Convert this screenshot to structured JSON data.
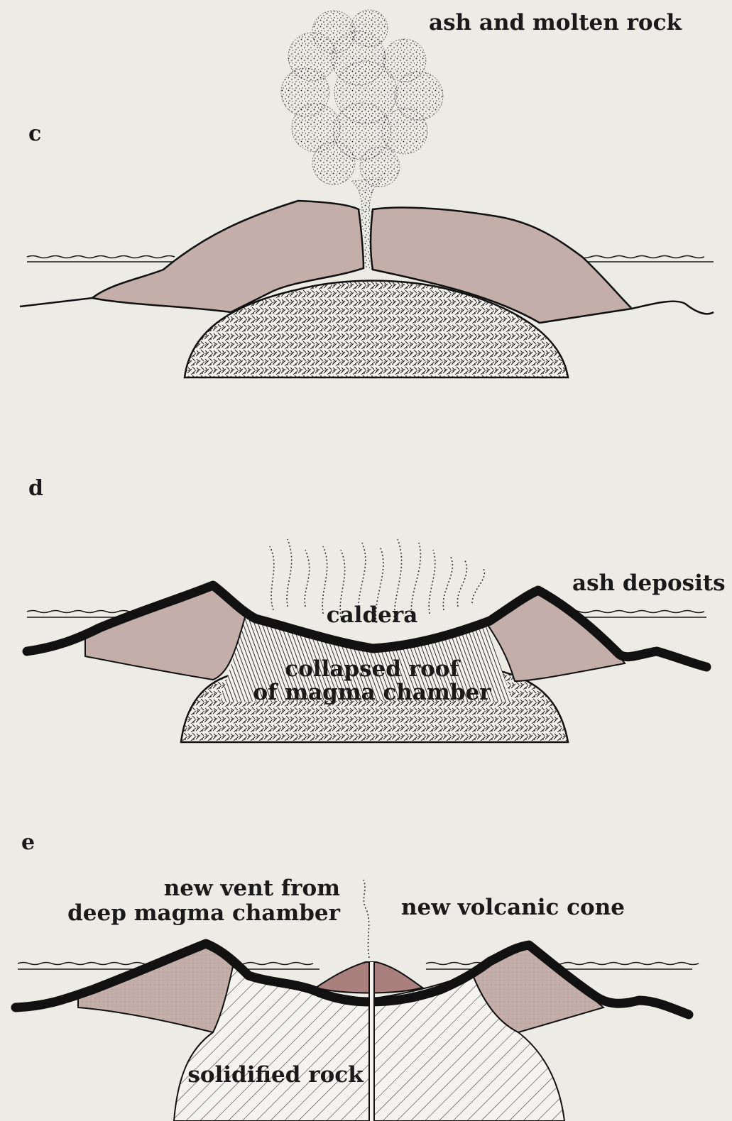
{
  "colors": {
    "background": "#ecebe6",
    "volcano_rock": "#c4aeaa",
    "new_cone": "#a9807d",
    "outline": "#111111"
  },
  "panels": {
    "c": {
      "letter": "c",
      "labels": {
        "ash": "ash and molten rock"
      }
    },
    "d": {
      "letter": "d",
      "labels": {
        "ash_deposits": "ash deposits",
        "caldera": "caldera",
        "collapsed_roof_1": "collapsed roof",
        "collapsed_roof_2": "of magma chamber"
      }
    },
    "e": {
      "letter": "e",
      "labels": {
        "new_vent_1": "new vent from",
        "new_vent_2": "deep magma chamber",
        "new_cone": "new volcanic cone",
        "solidified": "solidified rock"
      }
    }
  }
}
